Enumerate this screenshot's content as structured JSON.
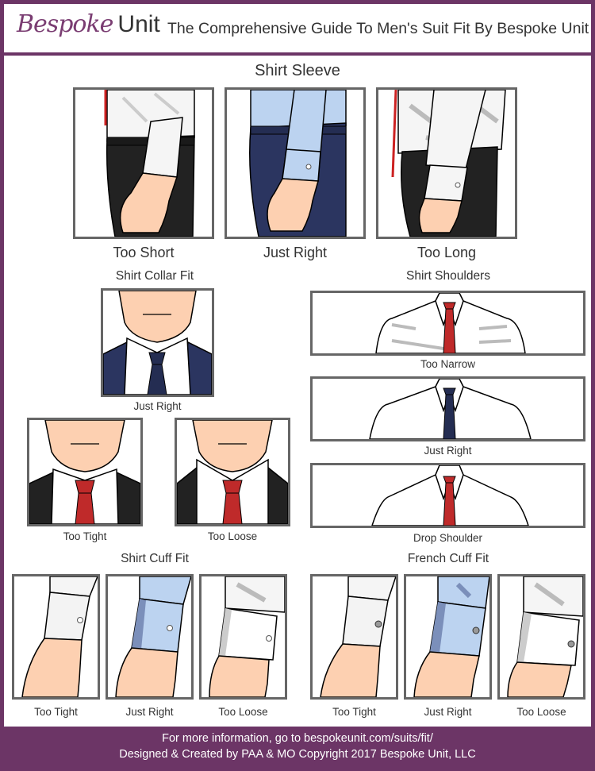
{
  "header": {
    "brand_script": "Bespoke",
    "brand_unit": "Unit",
    "title": "The Comprehensive Guide To Men's Suit Fit By Bespoke Unit"
  },
  "sections": {
    "shirt_sleeve": {
      "title": "Shirt Sleeve",
      "items": [
        {
          "label": "Too Short"
        },
        {
          "label": "Just Right"
        },
        {
          "label": "Too Long"
        }
      ]
    },
    "shirt_collar": {
      "title": "Shirt Collar Fit",
      "items": [
        {
          "label": "Just Right"
        },
        {
          "label": "Too Tight"
        },
        {
          "label": "Too Loose"
        }
      ]
    },
    "shirt_shoulders": {
      "title": "Shirt Shoulders",
      "items": [
        {
          "label": "Too Narrow"
        },
        {
          "label": "Just Right"
        },
        {
          "label": "Drop Shoulder"
        }
      ]
    },
    "shirt_cuff": {
      "title": "Shirt Cuff Fit",
      "items": [
        {
          "label": "Too Tight"
        },
        {
          "label": "Just Right"
        },
        {
          "label": "Too Loose"
        }
      ]
    },
    "french_cuff": {
      "title": "French Cuff Fit",
      "items": [
        {
          "label": "Too Tight"
        },
        {
          "label": "Just Right"
        },
        {
          "label": "Too Loose"
        }
      ]
    }
  },
  "footer": {
    "line1": "For more information, go to bespokeunit.com/suits/fit/",
    "line2": "Designed & Created by PAA & MO Copyright 2017 Bespoke Unit, LLC"
  },
  "colors": {
    "brand_purple": "#6c3566",
    "panel_border": "#666666",
    "skin": "#fdd0b1",
    "navy": "#2b3560",
    "light_blue": "#bcd3f0",
    "red_tie": "#bf2a2a",
    "charcoal": "#222222"
  }
}
